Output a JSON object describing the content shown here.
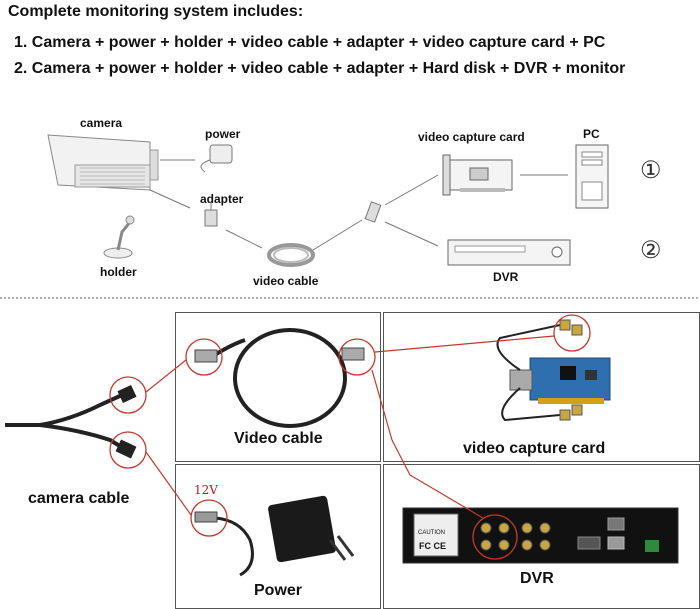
{
  "header": {
    "title": "Complete monitoring system includes:",
    "line1": "1. Camera + power + holder + video cable + adapter + video capture card + PC",
    "line2": "2. Camera + power + holder + video cable + adapter + Hard disk + DVR + monitor"
  },
  "top_diagram": {
    "camera": "camera",
    "power": "power",
    "adapter": "adapter",
    "holder": "holder",
    "video_cable": "video cable",
    "video_capture_card": "video capture card",
    "pc": "PC",
    "dvr": "DVR",
    "option1": "①",
    "option2": "②"
  },
  "bottom_panels": {
    "camera_cable": "camera cable",
    "video_cable": "Video cable",
    "video_capture_card": "video capture card",
    "power": "Power",
    "power_voltage": "12V",
    "dvr": "DVR",
    "dvr_caution": "CAUTION",
    "dvr_fc_ce": "FC CE"
  },
  "colors": {
    "highlight_circle": "#c0392b",
    "pcb_blue": "#2f6fb0",
    "text": "#111111"
  }
}
